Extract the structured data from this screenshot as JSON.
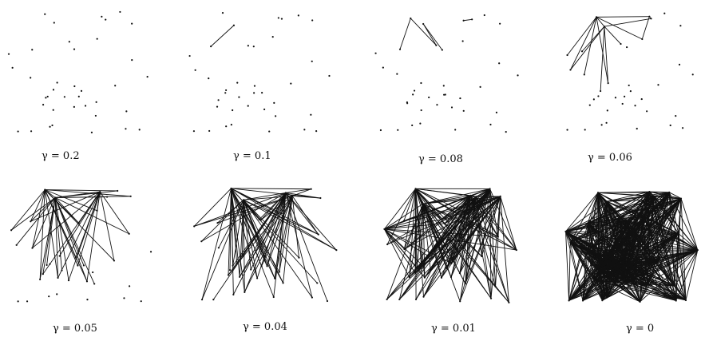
{
  "figure": {
    "panels": [
      {
        "gamma_label": "γ = 0.2",
        "edge_density": 0.0
      },
      {
        "gamma_label": "γ = 0.1",
        "edge_density": 0.06
      },
      {
        "gamma_label": "γ = 0.08",
        "edge_density": 0.12
      },
      {
        "gamma_label": "γ = 0.06",
        "edge_density": 0.22
      },
      {
        "gamma_label": "γ = 0.05",
        "edge_density": 0.38
      },
      {
        "gamma_label": "γ = 0.04",
        "edge_density": 0.52
      },
      {
        "gamma_label": "γ = 0.01",
        "edge_density": 0.75
      },
      {
        "gamma_label": "γ = 0",
        "edge_density": 1.0
      }
    ]
  }
}
